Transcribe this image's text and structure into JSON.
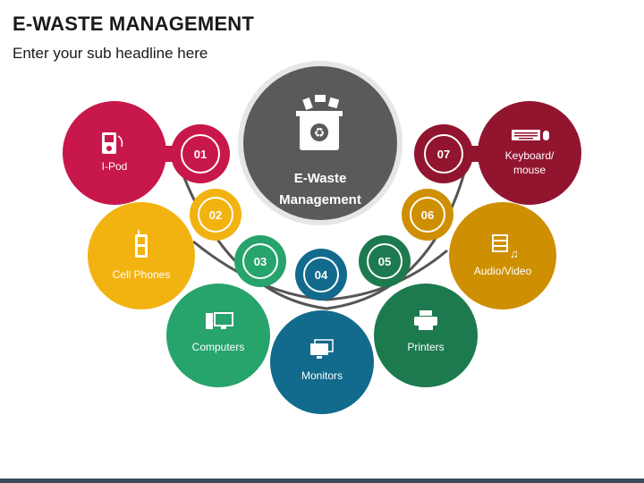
{
  "header": {
    "title": "E-WASTE MANAGEMENT",
    "subtitle": "Enter your sub headline here"
  },
  "center": {
    "line1": "E-Waste",
    "line2": "Management",
    "icon": "recycle-bin-icon",
    "color": "#5a5a5a"
  },
  "items": [
    {
      "num": "01",
      "label": "I-Pod",
      "icon": "ipod-icon",
      "color": "#c8174a"
    },
    {
      "num": "02",
      "label": "Cell Phones",
      "icon": "cell-phone-icon",
      "color": "#f2b311"
    },
    {
      "num": "03",
      "label": "Computers",
      "icon": "computer-icon",
      "color": "#27a36c"
    },
    {
      "num": "04",
      "label": "Monitors",
      "icon": "monitor-icon",
      "color": "#126a8c"
    },
    {
      "num": "05",
      "label": "Printers",
      "icon": "printer-icon",
      "color": "#1d7a4e"
    },
    {
      "num": "06",
      "label": "Audio/Video",
      "icon": "audio-video-icon",
      "color": "#cf8f02"
    },
    {
      "num": "07",
      "label_line1": "Keyboard/",
      "label_line2": "mouse",
      "icon": "keyboard-mouse-icon",
      "color": "#92152f"
    }
  ]
}
